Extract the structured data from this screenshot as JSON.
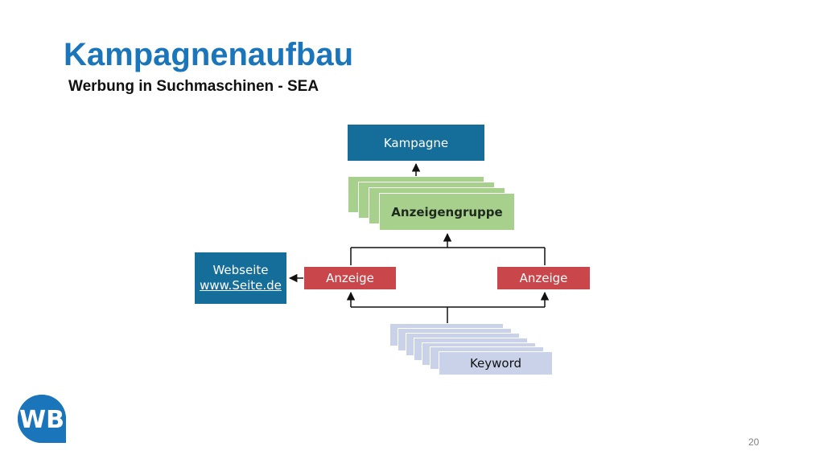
{
  "slide": {
    "title": "Kampagnenaufbau",
    "subtitle": "Werbung in Suchmaschinen - SEA",
    "page_number": "20"
  },
  "diagram": {
    "kampagne": "Kampagne",
    "anzeigengruppe": "Anzeigengruppe",
    "anzeige_left": "Anzeige",
    "anzeige_right": "Anzeige",
    "webseite_label": "Webseite",
    "webseite_url": "www.Seite.de",
    "keyword": "Keyword"
  },
  "colors": {
    "title": "#1a75bb",
    "campaign": "#156e9a",
    "ad_group": "#a8d08d",
    "ad": "#c9474a",
    "keyword": "#c9d2e8"
  },
  "logo": {
    "text": "WB"
  }
}
